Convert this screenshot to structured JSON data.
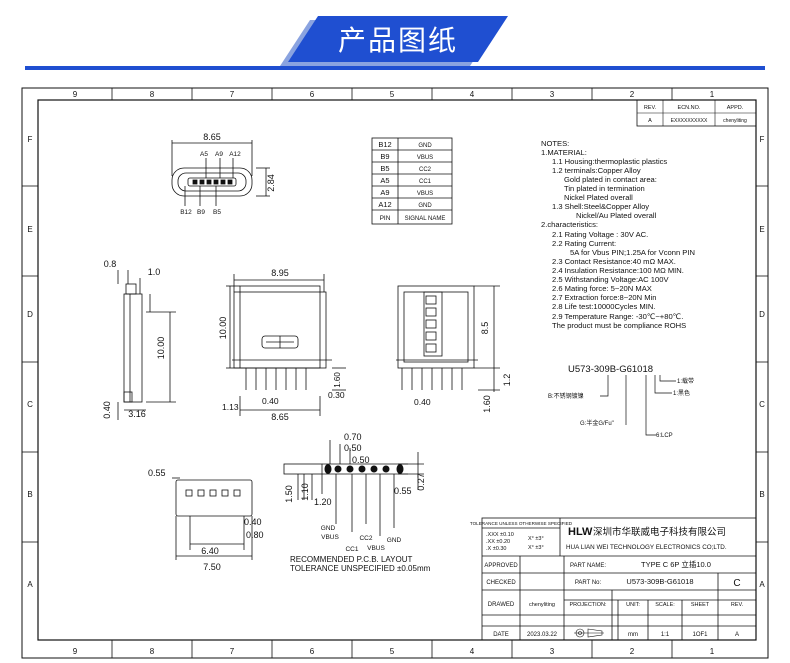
{
  "banner": {
    "title": "产品图纸"
  },
  "border": {
    "columns": [
      "9",
      "8",
      "7",
      "6",
      "5",
      "4",
      "3",
      "2",
      "1"
    ],
    "rows": [
      "F",
      "E",
      "D",
      "C",
      "B",
      "A"
    ]
  },
  "revision": {
    "headers": [
      "REV.",
      "ECN.NO.",
      "APPD."
    ],
    "row": [
      "A",
      "EXXXXXXXXXX",
      "chenyliting"
    ]
  },
  "pin_table": {
    "rows": [
      [
        "B12",
        "GND"
      ],
      [
        "B9",
        "VBUS"
      ],
      [
        "B5",
        "CC2"
      ],
      [
        "A5",
        "CC1"
      ],
      [
        "A9",
        "VBUS"
      ],
      [
        "A12",
        "GND"
      ]
    ],
    "header": [
      "PIN",
      "SIGNAL NAME"
    ]
  },
  "notes": [
    "NOTES:",
    "1.MATERIAL:",
    "1.1 Housing:thermoplastic plastics",
    "1.2 terminals:Copper Alloy",
    "Gold plated in contact area:",
    "Tin plated in termination",
    "Nickel Plated overall",
    "1.3 Shell:Steel&Copper Alloy",
    "Nickel/Au Plated overall",
    "2.characteristics:",
    "2.1 Rating Voltage : 30V AC.",
    "2.2 Rating Current:",
    "5A for Vbus PIN;1.25A for Vconn PIN",
    "2.3 Contact Resistance:40 mΩ MAX.",
    "2.4 Insulation Resistance:100 MΩ MIN.",
    "2.5 Withstanding Voltage:AC 100V",
    "2.6 Mating force: 5~20N MAX",
    "2.7 Extraction force:8~20N Min",
    "2.8 Life test:10000Cycles MIN.",
    "2.9 Temperature Range: -30℃~+80℃.",
    "The product must be compliance ROHS"
  ],
  "part_code": {
    "code": "U573-309B-G61018",
    "label_1": "1:载带",
    "label_black": "1:黑色",
    "label_b": "B:不锈钢镀镍",
    "label_g": "G:半金G/Fu\"",
    "label_lcp": "6:LCP"
  },
  "front_view": {
    "width": "8.65",
    "height": "2.84",
    "top_pins": [
      "A5",
      "A9",
      "A12"
    ],
    "bottom_pins": [
      "B12",
      "B9",
      "B5"
    ]
  },
  "side_view": {
    "d_top1": "0.8",
    "d_top2": "1.0",
    "d_height": "10.00",
    "d_bottom1": "0.40",
    "d_bottom2": "3.16"
  },
  "top_view": {
    "d_width_top": "8.95",
    "d_height": "10.00",
    "d_1_60": "1.60",
    "d_0_30": "0.30",
    "d_0_40": "0.40",
    "d_1_13": "1.13",
    "d_width_bottom": "8.65"
  },
  "rear_view": {
    "d_8_5": "8.5",
    "d_1_2": "1.2",
    "d_1_60": "1.60",
    "d_0_40": "0.40"
  },
  "bottom_view": {
    "d_0_55": "0.55",
    "d_0_40": "0.40",
    "d_0_80": "0.80",
    "d_6_40": "6.40",
    "d_7_50": "7.50"
  },
  "pcb_layout": {
    "d_0_70": "0.70",
    "d_0_50": "0.50",
    "d_0_50b": "0.50",
    "d_1_50": "1.50",
    "d_1_10": "1.10",
    "d_1_20": "1.20",
    "d_0_55": "0.55",
    "d_0_27": "0.27",
    "pin_labels": [
      "GND",
      "VBUS",
      "CC1",
      "CC2",
      "VBUS",
      "GND"
    ],
    "title": "RECOMMENDED    P.C.B. LAYOUT",
    "tolerance": "TOLERANCE  UNSPECIFIED ±0.05mm"
  },
  "title_block": {
    "tolerance_title": "TOLERANCE UNLESS OTHERWISE SPECIFIED",
    "tol_lines": [
      ".XXX ±0.10",
      ".XX  ±0.20",
      ".X   ±0.30"
    ],
    "tol_angle": [
      "X° ±3°",
      "X° ±3°"
    ],
    "company_logo": "HLW",
    "company_cn": "深圳市华联威电子科技有限公司",
    "company_en": "HUA LIAN WEI TECHNOLOGY ELECTRONICS CO;LTD.",
    "approved": "APPROVED",
    "part_name_label": "PART NAME:",
    "part_name": "TYPE C 6P 立插10.0",
    "checked": "CHECKED",
    "part_no_label": "PART No:",
    "part_no": "U573-309B-G61018",
    "rev_value": "C",
    "drawed": "DRAWED",
    "drawer": "chenyliting",
    "projection": "PROJECTION:",
    "unit_label": "UNIT:",
    "scale_label": "SCALE:",
    "sheet_label": "SHEET",
    "rev_label": "REV.",
    "date_label": "DATE",
    "date": "2023.03.22",
    "unit": "mm",
    "scale": "1:1",
    "sheet": "1OF1",
    "rev": "A"
  }
}
